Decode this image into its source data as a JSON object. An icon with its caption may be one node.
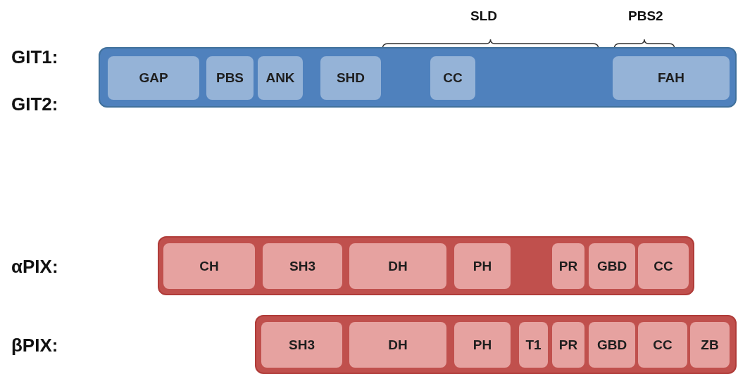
{
  "diagram": {
    "nodes": [
      {
        "text": [],
        "shape": "bar"
      },
      {
        "text": [
          "GAP"
        ],
        "in": 0
      },
      {
        "text": [
          "PBS"
        ],
        "in": 0
      },
      {
        "text": [
          "ANK"
        ],
        "in": 0
      },
      {
        "text": [
          "SHD"
        ],
        "in": 0
      },
      {
        "text": [
          "CC"
        ],
        "in": 0
      },
      {
        "text": [
          "FAH"
        ],
        "in": 0
      },
      {
        "text": [],
        "shape": "bar"
      },
      {
        "text": [
          "CH"
        ],
        "in": 7
      },
      {
        "text": [
          "SH3"
        ],
        "in": 7
      },
      {
        "text": [
          "DH"
        ],
        "in": 7
      },
      {
        "text": [
          "PH"
        ],
        "in": 7
      },
      {
        "text": [
          "PR"
        ],
        "in": 7
      },
      {
        "text": [
          "GBD"
        ],
        "in": 7
      },
      {
        "text": [
          "CC"
        ],
        "in": 7
      },
      {
        "text": [],
        "shape": "bar"
      },
      {
        "text": [
          "SH3"
        ],
        "in": 15
      },
      {
        "text": [
          "DH"
        ],
        "in": 15
      },
      {
        "text": [
          "PH"
        ],
        "in": 15
      },
      {
        "text": [
          "T1"
        ],
        "in": 15
      },
      {
        "text": [
          "PR"
        ],
        "in": 15
      },
      {
        "text": [
          "GBD"
        ],
        "in": 15
      },
      {
        "text": [
          "CC"
        ],
        "in": 15
      },
      {
        "text": [
          "ZB"
        ],
        "in": 15
      }
    ],
    "labels": [
      "SLD",
      "PBS2",
      "GIT1:",
      "GIT2:",
      "αPIX:",
      "βPIX:"
    ]
  }
}
